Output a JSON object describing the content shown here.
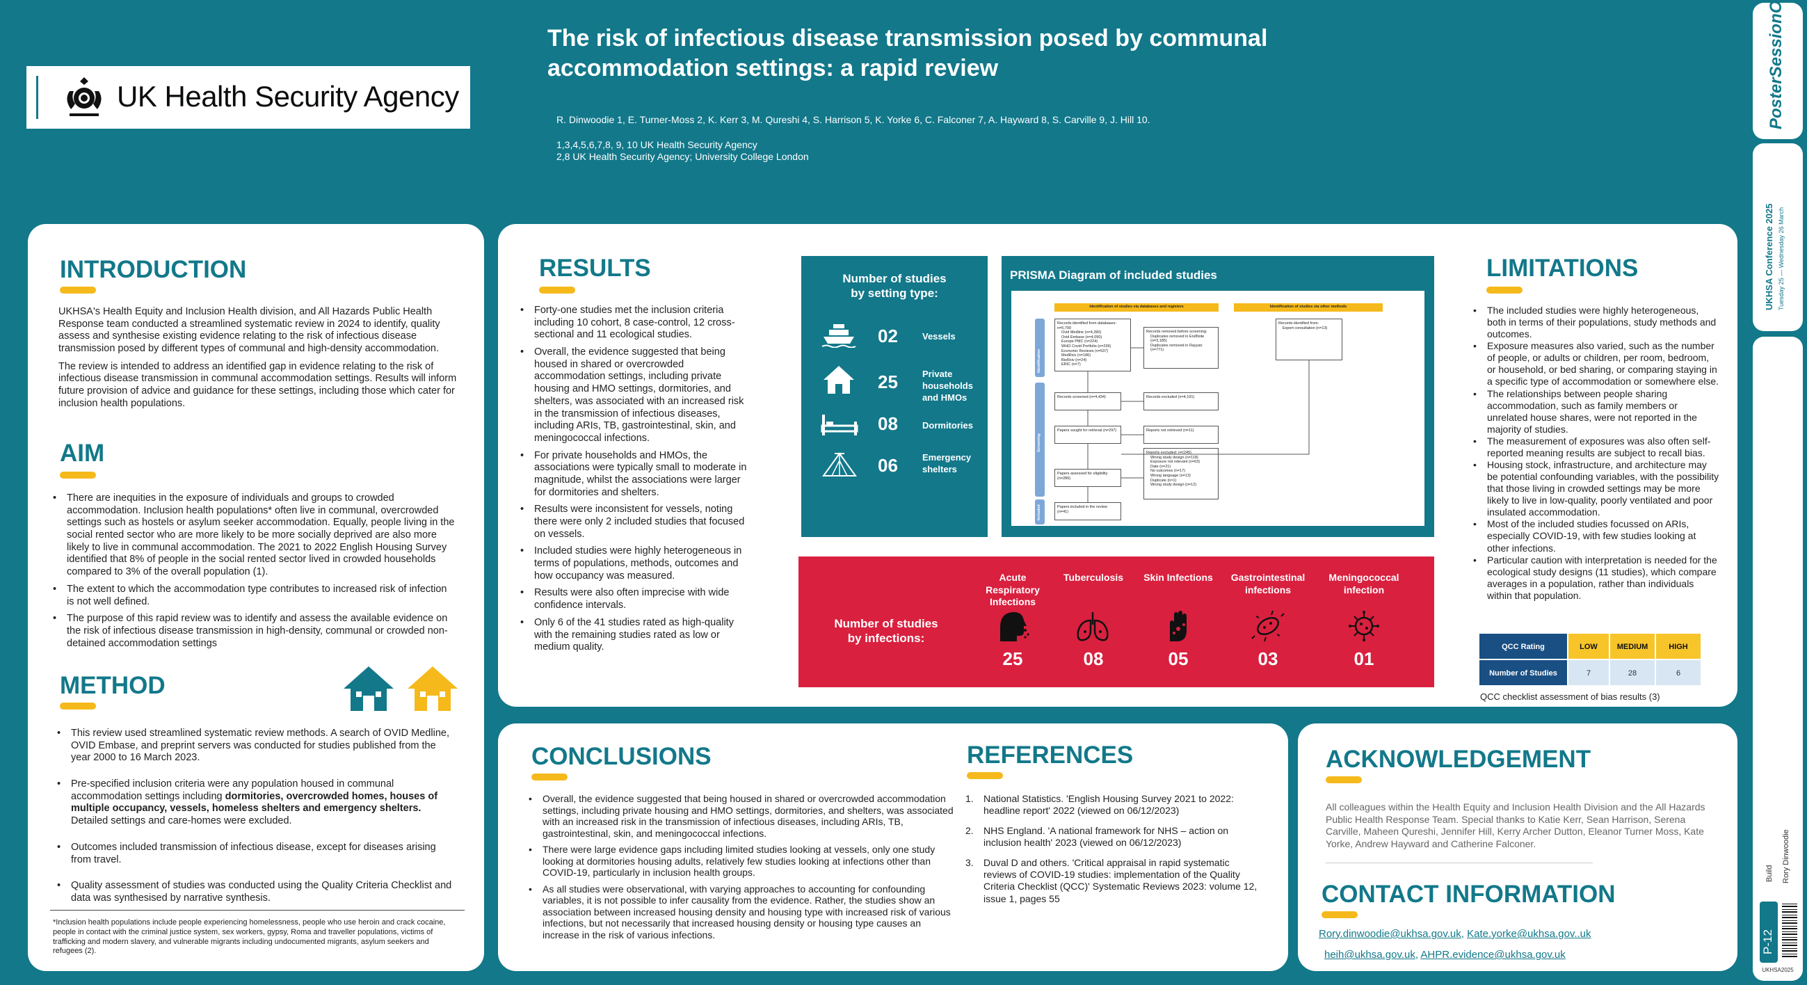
{
  "header": {
    "logo_text": "UK Health Security Agency",
    "title_line1": "The risk of infectious disease transmission posed by communal",
    "title_line2": "accommodation settings: a rapid review",
    "authors": "R. Dinwoodie 1, E. Turner-Moss 2, K. Kerr 3, M. Qureshi 4, S. Harrison 5, K. Yorke 6, C. Falconer 7, A. Hayward 8, S. Carville 9, J. Hill 10.",
    "affil1": "1,3,4,5,6,7,8, 9, 10 UK Health Security Agency",
    "affil2": "2,8 UK Health Security Agency; University College London"
  },
  "introduction": {
    "heading": "INTRODUCTION",
    "p1": "UKHSA's Health Equity and Inclusion Health division, and All Hazards Public Health Response team conducted a streamlined systematic review in 2024 to identify, quality assess and synthesise existing evidence relating to the risk of infectious disease transmission posed by different types of communal and high-density accommodation.",
    "p2": "The review is intended to address an identified gap in evidence relating to the risk of infectious disease transmission in communal accommodation settings. Results will inform future provision of advice and guidance for these settings, including those which cater for inclusion health populations."
  },
  "aim": {
    "heading": "AIM",
    "bullets": [
      "There are inequities in the exposure of individuals and groups to crowded accommodation. Inclusion health populations* often live in communal, overcrowded settings such as hostels or asylum seeker accommodation. Equally, people living in the social rented sector who are more likely to be more socially deprived are also more likely to live in communal accommodation. The 2021 to 2022 English Housing Survey identified that 8% of people in the social rented sector lived in crowded households compared to 3% of the overall population (1).",
      "The extent to which the accommodation type contributes to increased risk of infection is not well defined.",
      "The purpose of this rapid review was to identify and assess the available evidence on the risk of infectious disease transmission in high-density, communal or crowded non-detained accommodation settings"
    ]
  },
  "method": {
    "heading": "METHOD",
    "b1": "This review used streamlined systematic review methods. A search of OVID Medline, OVID Embase, and preprint servers was conducted for studies published from the year 2000 to 16 March 2023.",
    "b2_pre": "Pre-specified inclusion criteria were any population housed in communal accommodation settings including ",
    "b2_bold": "dormitories, overcrowded homes, houses of multiple occupancy, vessels, homeless shelters and emergency shelters.",
    "b2_post": " Detailed settings and care-homes were excluded.",
    "b3": "Outcomes included transmission of infectious disease, except for diseases arising from travel.",
    "b4": "Quality assessment of studies was conducted using the Quality Criteria Checklist and data was synthesised by narrative synthesis.",
    "footnote": "*Inclusion health populations include people experiencing homelessness, people who use heroin and crack cocaine, people in contact with the criminal justice system, sex workers, gypsy, Roma and traveller populations, victims of trafficking and modern slavery, and vulnerable migrants including undocumented migrants, asylum seekers and refugees (2)."
  },
  "results": {
    "heading": "RESULTS",
    "bullets": [
      "Forty-one studies met the inclusion criteria including 10 cohort, 8 case-control, 12 cross-sectional and 11 ecological studies.",
      "Overall, the evidence suggested that being housed in shared or overcrowded accommodation settings, including private housing and HMO settings, dormitories, and shelters, was associated with an increased risk in the transmission of infectious diseases, including ARIs, TB, gastrointestinal, skin, and meningococcal infections.",
      "For private households and HMOs, the associations were typically small to moderate in magnitude, whilst the associations were larger for dormitories and shelters.",
      "Results were inconsistent for vessels, noting there were only 2 included studies that focused on vessels.",
      "Included studies were highly heterogeneous in terms of populations, methods, outcomes and how occupancy was measured.",
      "Results were also often imprecise with wide confidence intervals.",
      "Only 6 of the 41 studies rated as high-quality with the remaining studies rated as low or medium quality."
    ]
  },
  "settings": {
    "title_line1": "Number of studies",
    "title_line2": "by setting type:",
    "items": [
      {
        "num": "02",
        "label": "Vessels",
        "icon": "ship-icon"
      },
      {
        "num": "25",
        "label": "Private households and HMOs",
        "icon": "house-icon"
      },
      {
        "num": "08",
        "label": "Dormitories",
        "icon": "bed-icon"
      },
      {
        "num": "06",
        "label": "Emergency shelters",
        "icon": "tent-icon"
      }
    ]
  },
  "prisma": {
    "title": "PRISMA Diagram of included studies",
    "hdr_db": "Identification of studies via databases and registers",
    "hdr_other": "Identification of studies via other methods",
    "phase_ident": "Identification",
    "phase_screen": "Screening",
    "phase_incl": "Included",
    "box_records": "Records identified from databases: n=5,790",
    "box_records_items": [
      "Ovid Medline (n=4,390)",
      "Ovid Embase (n=4,090)",
      "Europe PMC (n=224)",
      "WHO Covid Portfolio (n=236)",
      "Economic Reviews (n=537)",
      "MedRxiv (n=186)",
      "BioRxiv (n=24)",
      "ERIC (n=7)"
    ],
    "box_removed": "Records removed before screening:",
    "box_removed_items": [
      "Duplicates removed in EndNote (n=3,185)",
      "Duplicates removed in Rayyan (n=771)"
    ],
    "box_other": "Records identified from:",
    "box_other_items": [
      "Expert consultation (n=13)"
    ],
    "box_screened": "Records screened (n=4,434)",
    "box_excluded": "Records excluded (n=4,191)",
    "box_sought": "Papers sought for retrieval (n=297)",
    "box_notretrieved": "Reports not retrieved (n=11)",
    "box_assessed": "Papers assessed for eligibility (n=286)",
    "box_reports_excl": "Reports excluded: n=(245)",
    "box_reports_excl_items": [
      "Wrong study design (n=118)",
      "Exposure not relevant (n=63)",
      "Date (n=21)",
      "No outcomes (n=17)",
      "Wrong language (n=13)",
      "Duplicate (n=1)",
      "Wrong study design (n=12)"
    ],
    "box_included": "Papers included in the review (n=41)"
  },
  "infections": {
    "title_line1": "Number of studies",
    "title_line2": "by infections:",
    "items": [
      {
        "label": "Acute Respiratory Infections",
        "num": "25",
        "icon": "cough-icon"
      },
      {
        "label": "Tuberculosis",
        "num": "08",
        "icon": "lungs-icon"
      },
      {
        "label": "Skin Infections",
        "num": "05",
        "icon": "skin-hand-icon"
      },
      {
        "label": "Gastrointestinal infections",
        "num": "03",
        "icon": "bacteria-icon"
      },
      {
        "label": "Meningococcal infection",
        "num": "01",
        "icon": "virus-icon"
      }
    ]
  },
  "limitations": {
    "heading": "LIMITATIONS",
    "bullets": [
      "The included studies were highly heterogeneous, both in terms of their populations, study methods and outcomes.",
      "Exposure measures also varied, such as the number of people, or adults or children, per room, bedroom, or household, or bed sharing, or comparing staying in a specific type of accommodation or somewhere else.",
      "The relationships between people sharing accommodation, such as family members or unrelated house shares, were not reported in the majority of studies.",
      "The measurement of exposures was also often self-reported meaning results are subject to recall bias.",
      "Housing stock, infrastructure, and architecture may be potential confounding variables, with the possibility that those living in crowded settings may be more likely to live in low-quality, poorly ventilated and poor insulated accommodation.",
      "Most of the included studies focussed on ARIs, especially COVID-19, with few studies looking at other infections.",
      "Particular caution with interpretation is needed for the ecological study designs (11 studies), which compare averages in a population, rather than individuals within that population."
    ],
    "table": {
      "row1_label": "QCC Rating",
      "row2_label": "Number of Studies",
      "cols": [
        {
          "h": "LOW",
          "v": "7"
        },
        {
          "h": "MEDIUM",
          "v": "28"
        },
        {
          "h": "HIGH",
          "v": "6"
        }
      ]
    },
    "caption": "QCC checklist assessment of bias results (3)"
  },
  "conclusions": {
    "heading": "CONCLUSIONS",
    "bullets": [
      "Overall, the evidence suggested that being housed in shared or overcrowded accommodation settings, including private housing and HMO settings, dormitories, and shelters, was associated with an increased risk in the transmission of infectious diseases, including ARIs, TB, gastrointestinal, skin, and meningococcal infections.",
      "There were large evidence gaps including limited studies looking at vessels, only one study looking at dormitories housing adults, relatively few studies looking at infections other than COVID-19, particularly in inclusion health groups.",
      "As all studies were observational, with varying approaches to accounting for confounding variables, it is not possible to infer causality from the evidence. Rather, the studies show an association between increased housing density and housing type with increased risk of various infections, but not necessarily that increased housing density or housing type causes an increase in the risk of various infections."
    ]
  },
  "references": {
    "heading": "REFERENCES",
    "items": [
      "National Statistics. 'English Housing Survey 2021 to 2022: headline report' 2022 (viewed on 06/12/2023)",
      "NHS England. 'A national framework for NHS – action on inclusion health' 2023 (viewed on 06/12/2023)",
      "Duval D and others. 'Critical appraisal in rapid systematic reviews of COVID-19 studies: implementation of the Quality Criteria Checklist (QCC)' Systematic Reviews 2023: volume 12, issue 1, pages 55"
    ]
  },
  "acknowledgement": {
    "heading": "ACKNOWLEDGEMENT",
    "text": "All colleagues within the Health Equity and Inclusion Health Division and the All Hazards Public Health Response Team. Special thanks to Katie Kerr, Sean Harrison, Serena Carville, Maheen Qureshi, Jennifer Hill, Kerry Archer Dutton, Eleanor Turner Moss, Kate Yorke, Andrew Hayward and Catherine Falconer."
  },
  "contact": {
    "heading": "CONTACT INFORMATION",
    "email1": "Rory.dinwoodie@ukhsa.gov.uk",
    "email2": "Kate.yorke@ukhsa.gov..uk",
    "email3": "heih@ukhsa.gov.uk",
    "email4": "AHPR.evidence@ukhsa.gov.uk"
  },
  "sidebar": {
    "brand": "PosterSessionOnline",
    "conference": "UKHSA Conference 2025",
    "dates": "Tuesday 25 — Wednesday 26 March",
    "category": "Build",
    "author": "Rory Dinwoodie",
    "poster_id": "P-12",
    "code": "UKHSA2025"
  },
  "colors": {
    "teal": "#12788a",
    "yellow": "#f5b91b",
    "red": "#d9203f",
    "navy": "#1a4f83",
    "table_yellow": "#f7c52a",
    "table_blue": "#d8e6f3"
  }
}
